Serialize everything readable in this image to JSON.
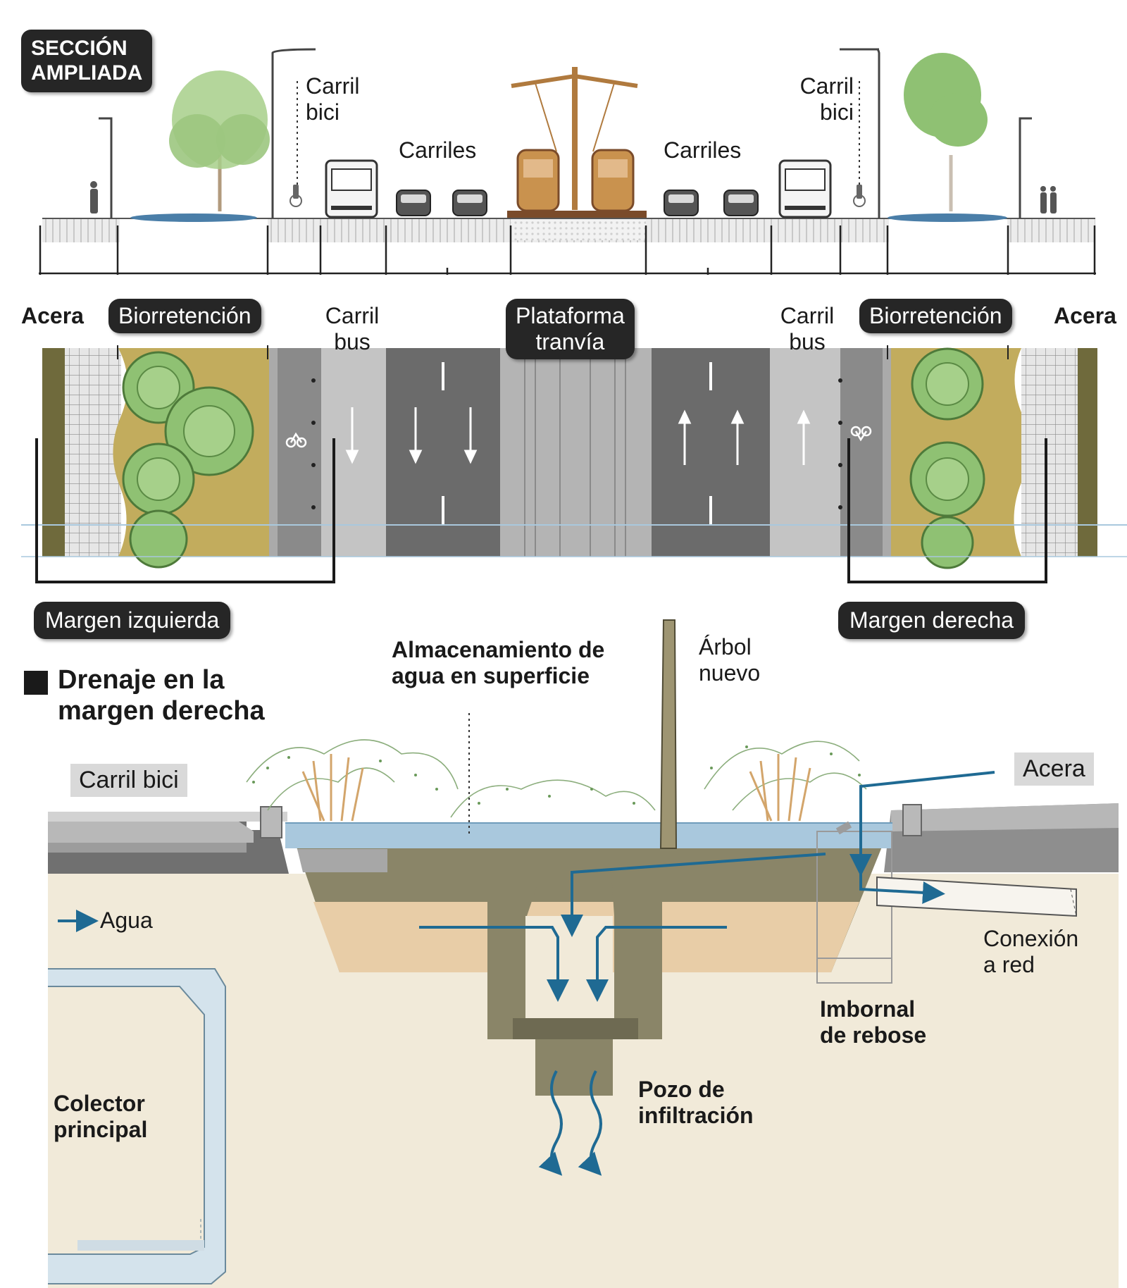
{
  "badge": {
    "line1": "SECCIÓN",
    "line2": "AMPLIADA"
  },
  "section": {
    "bike_lane_left": {
      "line1": "Carril",
      "line2": "bici"
    },
    "bike_lane_right": {
      "line1": "Carril",
      "line2": "bici"
    },
    "lanes_left": "Carriles",
    "lanes_right": "Carriles"
  },
  "plan": {
    "sidewalk_left": "Acera",
    "sidewalk_right": "Acera",
    "bioretention_left": "Biorretención",
    "bioretention_right": "Biorretención",
    "bus_lane_left": {
      "line1": "Carril",
      "line2": "bus"
    },
    "bus_lane_right": {
      "line1": "Carril",
      "line2": "bus"
    },
    "tram_platform": {
      "line1": "Plataforma",
      "line2": "tranvía"
    },
    "margin_left": "Margen izquierda",
    "margin_right": "Margen derecha"
  },
  "drainage": {
    "title_line1": "Drenaje en la",
    "title_line2": "margen derecha",
    "surface_storage": {
      "line1": "Almacenamiento de",
      "line2": "agua en superficie"
    },
    "new_tree": {
      "line1": "Árbol",
      "line2": "nuevo"
    },
    "bike_lane": "Carril bici",
    "sidewalk": "Acera",
    "legend_water": "Agua",
    "network_connection": {
      "line1": "Conexión",
      "line2": "a red"
    },
    "overflow_drain": {
      "line1": "Imbornal",
      "line2": "de rebose"
    },
    "infiltration_well": {
      "line1": "Pozo de",
      "line2": "infiltración"
    },
    "main_collector": {
      "line1": "Colector",
      "line2": "principal"
    }
  },
  "colors": {
    "water_arrow": "#1f6a93",
    "water_surface": "#a9c8dd",
    "soil": "#f1ead9",
    "gravel": "#e8cda7",
    "concrete": "#8a8568",
    "asphalt": "#6b6b6b",
    "bioretention_ground": "#c2ac5d",
    "tree_green": "#8fc173",
    "tram_orange": "#c9924e",
    "pill_dark": "#262626"
  }
}
